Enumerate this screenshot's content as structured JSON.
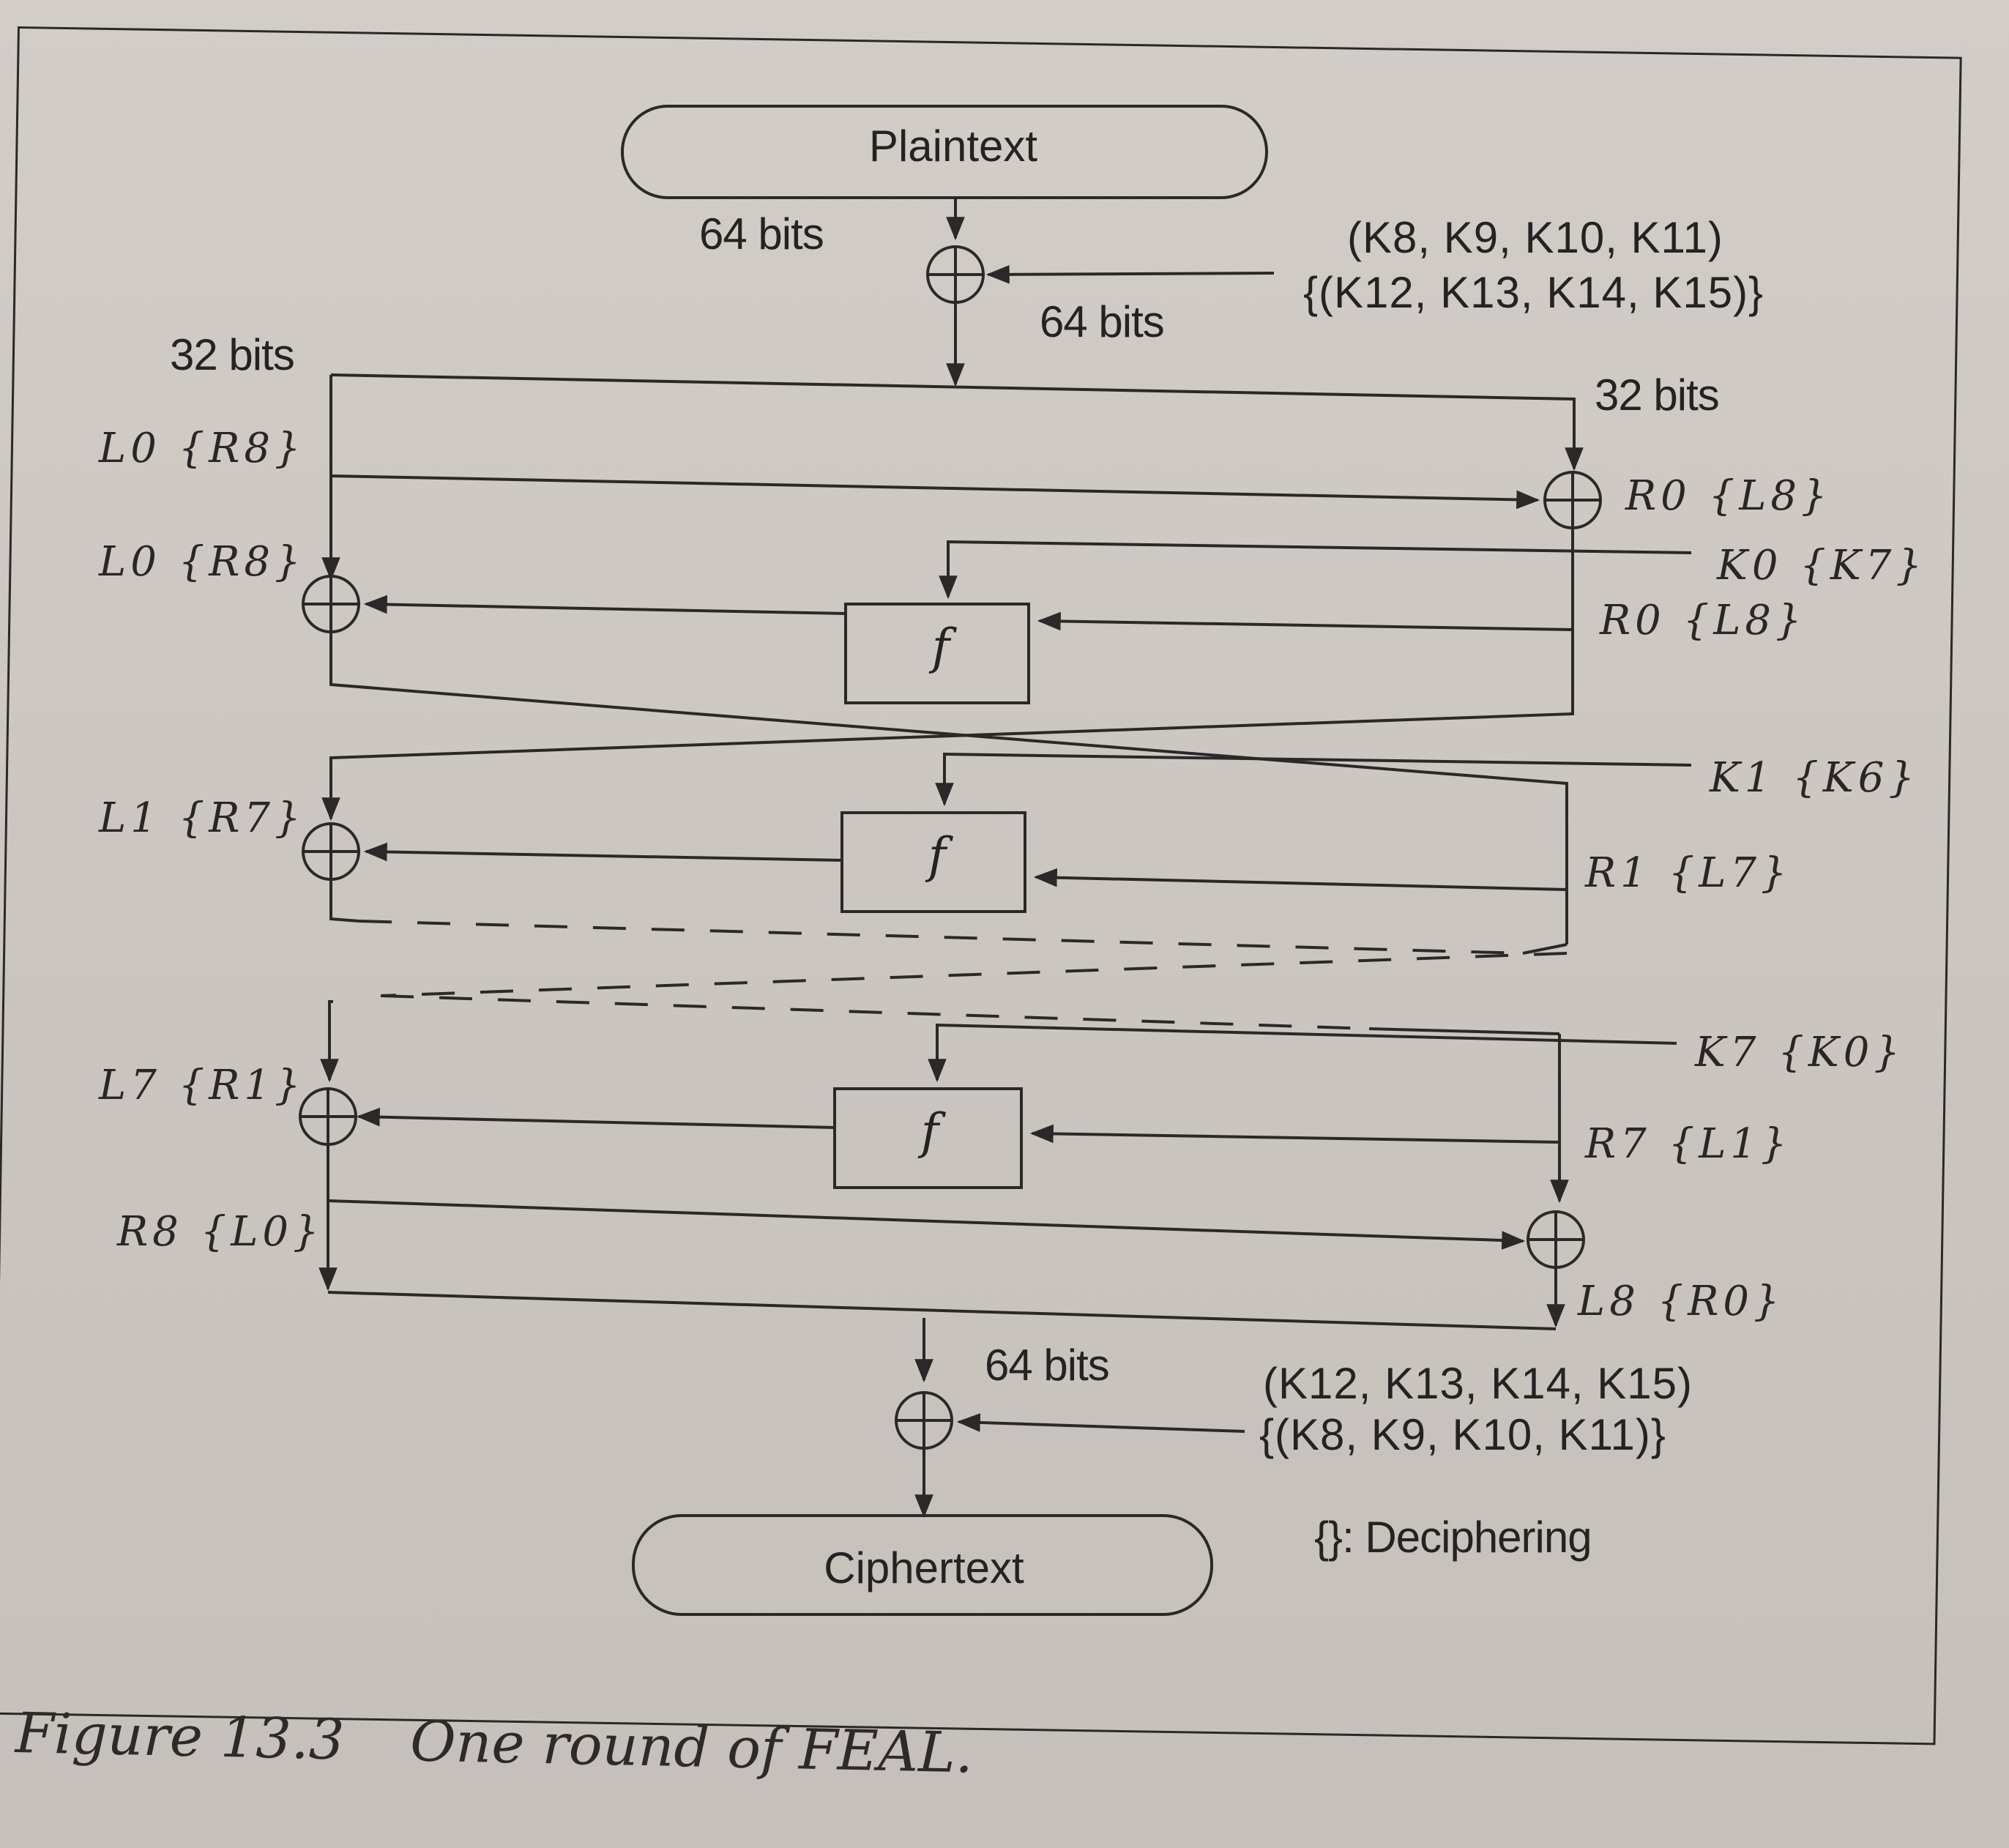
{
  "nodes": {
    "plaintext": "Plaintext",
    "ciphertext": "Ciphertext",
    "f": "f"
  },
  "labels": {
    "bits_64_top_left": "64 bits",
    "bits_64_top_right": "64 bits",
    "bits_32_left": "32 bits",
    "bits_32_right": "32 bits",
    "bits_64_bottom": "64 bits",
    "key_top_line1": "(K8, K9, K10, K11)",
    "key_top_line2": "{(K12, K13, K14, K15)}",
    "key_bottom_line1": "(K12, K13, K14, K15)",
    "key_bottom_line2": "{(K8, K9, K10, K11)}",
    "legend": "{}: Deciphering"
  },
  "left_labels": [
    "L0 {R8}",
    "L0 {R8}",
    "L1 {R7}",
    "L7 {R1}",
    "R8 {L0}"
  ],
  "right_labels": [
    "R0 {L8}",
    "K0 {K7}",
    "R0 {L8}",
    "K1 {K6}",
    "R1 {L7}",
    "K7 {K0}",
    "R7 {L1}",
    "L8 {R0}"
  ],
  "caption": {
    "number": "Figure 13.3",
    "text": "One round of FEAL."
  }
}
